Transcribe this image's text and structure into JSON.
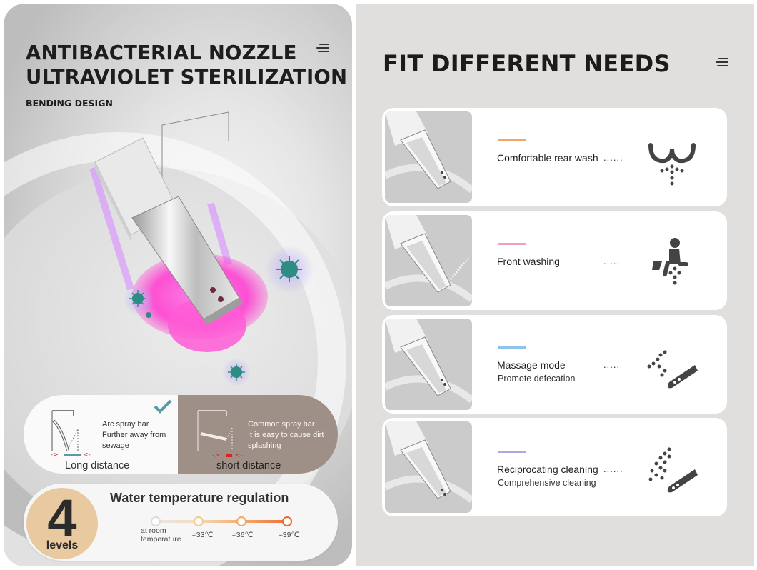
{
  "left": {
    "title_line1": "ANTIBACTERIAL NOZZLE",
    "title_line2": "ULTRAVIOLET STERILIZATION",
    "subtitle": "BENDING DESIGN",
    "comparison": {
      "arc": {
        "text": "Arc spray bar\nFurther away from\nsewage",
        "caption": "Long distance"
      },
      "common": {
        "text": "Common spray bar\nIt is easy to cause dirt\nsplashing",
        "caption": "short distance"
      }
    },
    "temperature": {
      "levels_number": "4",
      "levels_word": "levels",
      "title": "Water temperature regulation",
      "label_room": "at room\ntemperature",
      "label_33": "≈33℃",
      "label_36": "≈36℃",
      "label_39": "≈39℃"
    }
  },
  "right": {
    "title": "FIT DIFFERENT NEEDS",
    "cards": [
      {
        "label": "Comfortable rear wash",
        "sub": "",
        "dots": "......",
        "accent": "#f2a66a",
        "icon": "rear-wash-icon"
      },
      {
        "label": "Front washing",
        "sub": "",
        "dots": ".....",
        "accent": "#f2a0b8",
        "icon": "front-wash-icon"
      },
      {
        "label": "Massage mode",
        "sub": "Promote defecation",
        "dots": ".....",
        "accent": "#8cc4ec",
        "icon": "massage-icon"
      },
      {
        "label": "Reciprocating cleaning",
        "sub": "Comprehensive cleaning",
        "dots": "......",
        "accent": "#a9a9ea",
        "icon": "reciprocating-icon"
      }
    ]
  },
  "colors": {
    "uv_pink": "#ff4fd8",
    "arc_mark": "#5a9aa6",
    "common_mark": "#e02020",
    "check": "#5a9aa6"
  }
}
